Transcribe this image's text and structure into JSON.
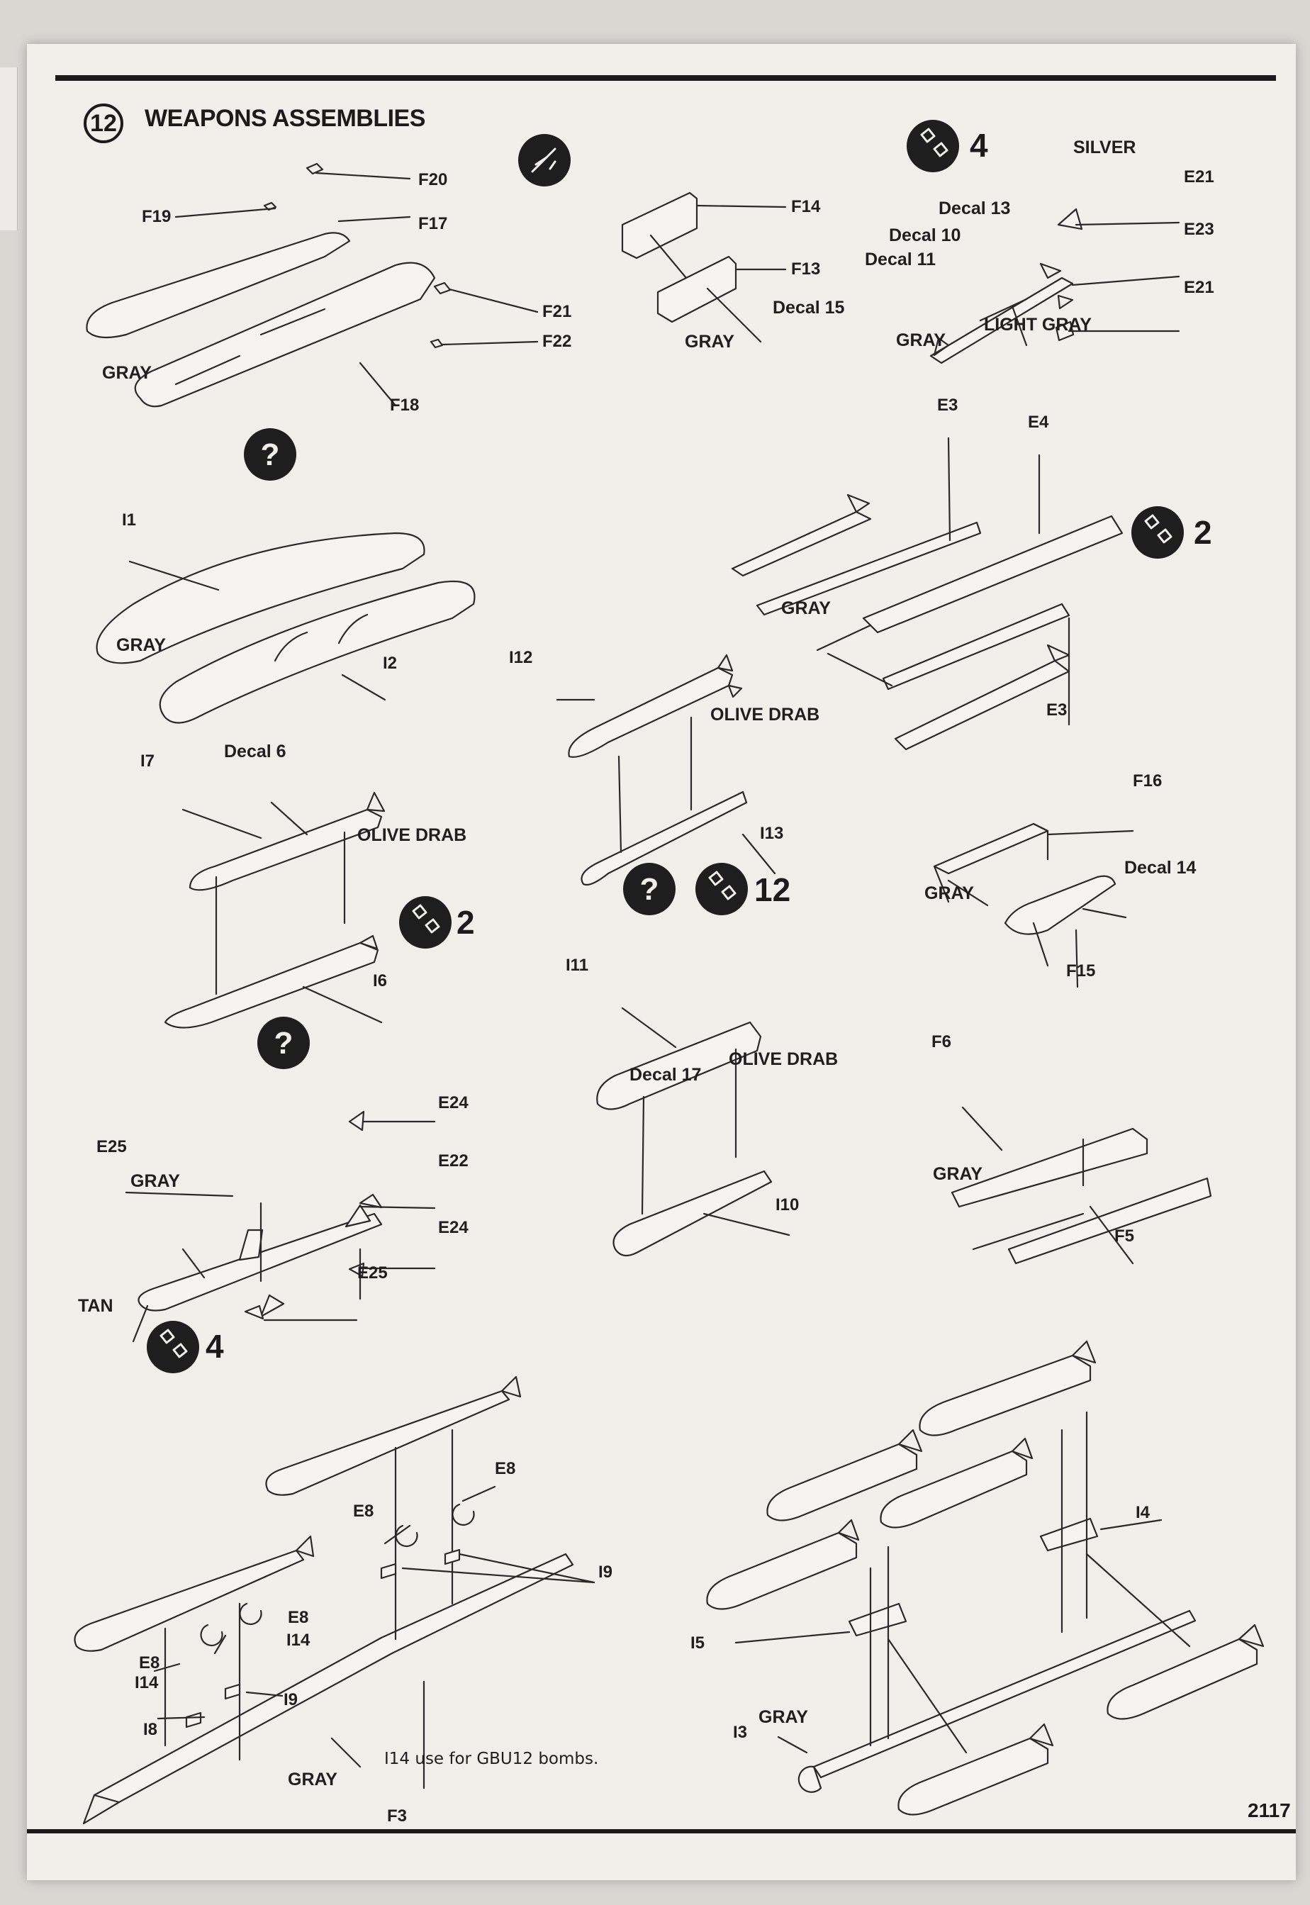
{
  "header": {
    "step_number": "12",
    "title": "WEAPONS ASSEMBLIES"
  },
  "page_number": "2117",
  "icons": {
    "make_two": "make-copies-icon",
    "choose": "question-option-icon",
    "glue": "glue-icon"
  },
  "counts": {
    "top_right": "4",
    "rail_group": "2",
    "bomb_group": "2",
    "center_group": "12",
    "lower_left": "4"
  },
  "labels": {
    "f19": "F19",
    "f20": "F20",
    "f17": "F17",
    "f21a": "F21",
    "f22": "F22",
    "f18": "F18",
    "gray_tank": "GRAY",
    "f14": "F14",
    "f13": "F13",
    "decal15": "Decal 15",
    "gray_pylon": "GRAY",
    "silver": "SILVER",
    "e21a": "E21",
    "e23": "E23",
    "e21b": "E21",
    "decal13": "Decal 13",
    "decal10": "Decal 10",
    "decal11": "Decal 11",
    "gray_missile": "GRAY",
    "light_gray": "LIGHT GRAY",
    "i1": "I1",
    "i2": "I2",
    "gray_i": "GRAY",
    "e3a": "E3",
    "e4": "E4",
    "gray_rail": "GRAY",
    "e3b": "E3",
    "i12": "I12",
    "olive_drab_a": "OLIVE DRAB",
    "i13": "I13",
    "i7": "I7",
    "decal6": "Decal 6",
    "olive_drab_b": "OLIVE DRAB",
    "i6": "I6",
    "f16": "F16",
    "decal14": "Decal 14",
    "gray_f15": "GRAY",
    "f15": "F15",
    "i11": "I11",
    "decal17": "Decal 17",
    "olive_drab_c": "OLIVE DRAB",
    "i10": "I10",
    "f6": "F6",
    "gray_f5": "GRAY",
    "f5": "F5",
    "e24a": "E24",
    "e25a": "E25",
    "gray_aim": "GRAY",
    "e22": "E22",
    "e24b": "E24",
    "e25b": "E25",
    "tan": "TAN",
    "e8a": "E8",
    "e8b": "E8",
    "i9a": "I9",
    "e8c": "E8",
    "i14a": "I14",
    "e8d": "E8",
    "i14b": "I14",
    "i9b": "I9",
    "i8": "I8",
    "gray_f3": "GRAY",
    "f3": "F3",
    "gbu_note": "I14 use for GBU12 bombs.",
    "i4": "I4",
    "i5": "I5",
    "i3": "I3",
    "gray_bomb": "GRAY"
  }
}
